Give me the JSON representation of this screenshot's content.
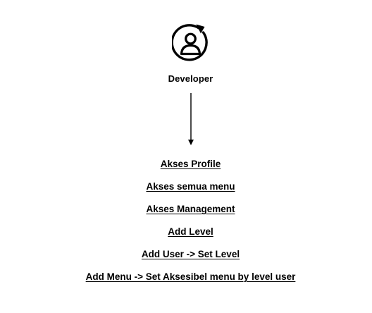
{
  "role": {
    "icon": "user-sync-icon",
    "label": "Developer"
  },
  "permissions": [
    "Akses Profile",
    "Akses semua menu",
    "Akses Management",
    "Add Level",
    "Add User -> Set Level",
    "Add Menu -> Set Aksesibel menu by level user"
  ]
}
